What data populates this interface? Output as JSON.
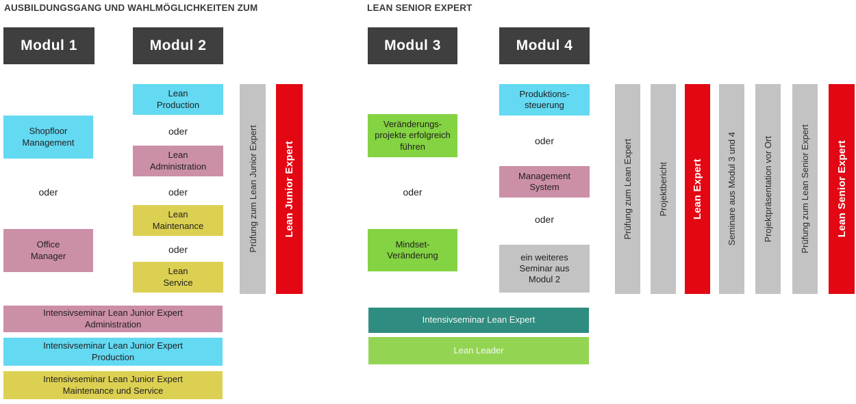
{
  "title": {
    "left": "AUSBILDUNGSGANG UND WAHLMÖGLICHKEITEN ZUM",
    "right": "LEAN SENIOR EXPERT"
  },
  "oder": "oder",
  "colors": {
    "header_dark": "#3f3f3f",
    "cyan": "#63d9f2",
    "pink": "#cc8fa8",
    "yellow": "#dcd052",
    "green": "#84d342",
    "green_light": "#93d553",
    "teal": "#2f8c80",
    "gray": "#c3c3c3",
    "red": "#e30613"
  },
  "headers": [
    {
      "label": "Modul 1"
    },
    {
      "label": "Modul 2"
    },
    {
      "label": "Modul 3"
    },
    {
      "label": "Modul 4"
    }
  ],
  "m1": {
    "box1": "Shopfloor\nManagement",
    "box2": "Office\nManager"
  },
  "m2": {
    "box1": "Lean\nProduction",
    "box2": "Lean\nAdministration",
    "box3": "Lean\nMaintenance",
    "box4": "Lean\nService"
  },
  "m3": {
    "box1": "Veränderungs-\nprojekte erfolgreich\nführen",
    "box2": "Mindset-\nVeränderung"
  },
  "m4": {
    "box1": "Produktions-\nsteuerung",
    "box2": "Management\nSystem",
    "box3": "ein weiteres\nSeminar aus\nModul 2"
  },
  "junior_bars": {
    "pruefung": "Prüfung zum Lean Junior Expert",
    "result": "Lean Junior Expert"
  },
  "senior_bars": [
    {
      "label": "Prüfung zum Lean Expert"
    },
    {
      "label": "Projektbericht"
    },
    {
      "label": "Lean Expert"
    },
    {
      "label": "Seminare aus Modul 3 und 4"
    },
    {
      "label": "Projektpräsentation vor Ort"
    },
    {
      "label": "Prüfung zum Lean Senior Expert"
    },
    {
      "label": "Lean Senior Expert"
    }
  ],
  "intensiv_left": [
    {
      "label": "Intensivseminar Lean Junior Expert\nAdministration"
    },
    {
      "label": "Intensivseminar Lean Junior Expert\nProduction"
    },
    {
      "label": "Intensivseminar Lean Junior Expert\nMaintenance und Service"
    }
  ],
  "intensiv_mid": [
    {
      "label": "Intensivseminar Lean Expert"
    },
    {
      "label": "Lean Leader"
    }
  ]
}
